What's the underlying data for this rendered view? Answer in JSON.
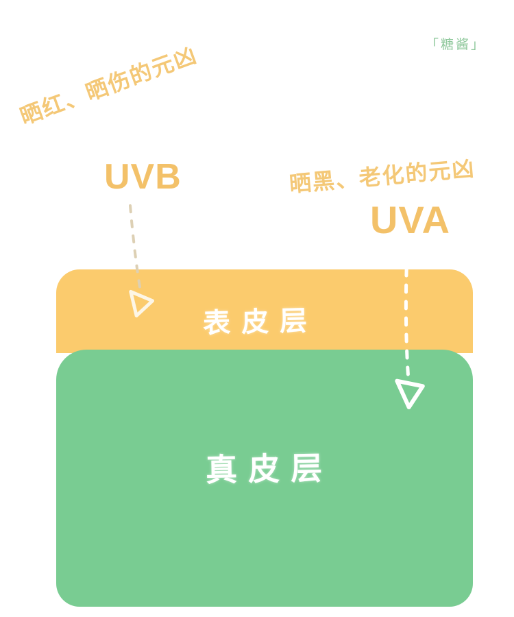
{
  "watermark": {
    "text": "「糖酱」",
    "color": "#8dc79a"
  },
  "rays": [
    {
      "id": "uvb",
      "caption_zh": "晒红、晒伤的元凶",
      "caption_en": "UVB",
      "color": "#f3c169",
      "penetrates_to": "表皮层",
      "arrow_style": "dashed",
      "arrow_color": "#e8d6ad"
    },
    {
      "id": "uva",
      "caption_zh": "晒黑、老化的元凶",
      "caption_en": "UVA",
      "color": "#f3c169",
      "penetrates_to": "真皮层",
      "arrow_style": "dashed",
      "arrow_color": "#ffffff"
    }
  ],
  "skin_layers": [
    {
      "id": "epidermis",
      "label": "表皮层",
      "color": "#fbcb6d",
      "text_color": "#ffffff"
    },
    {
      "id": "dermis",
      "label": "真皮层",
      "color": "#79cc92",
      "text_color": "#ffffff"
    }
  ],
  "background_color": "#ffffff"
}
